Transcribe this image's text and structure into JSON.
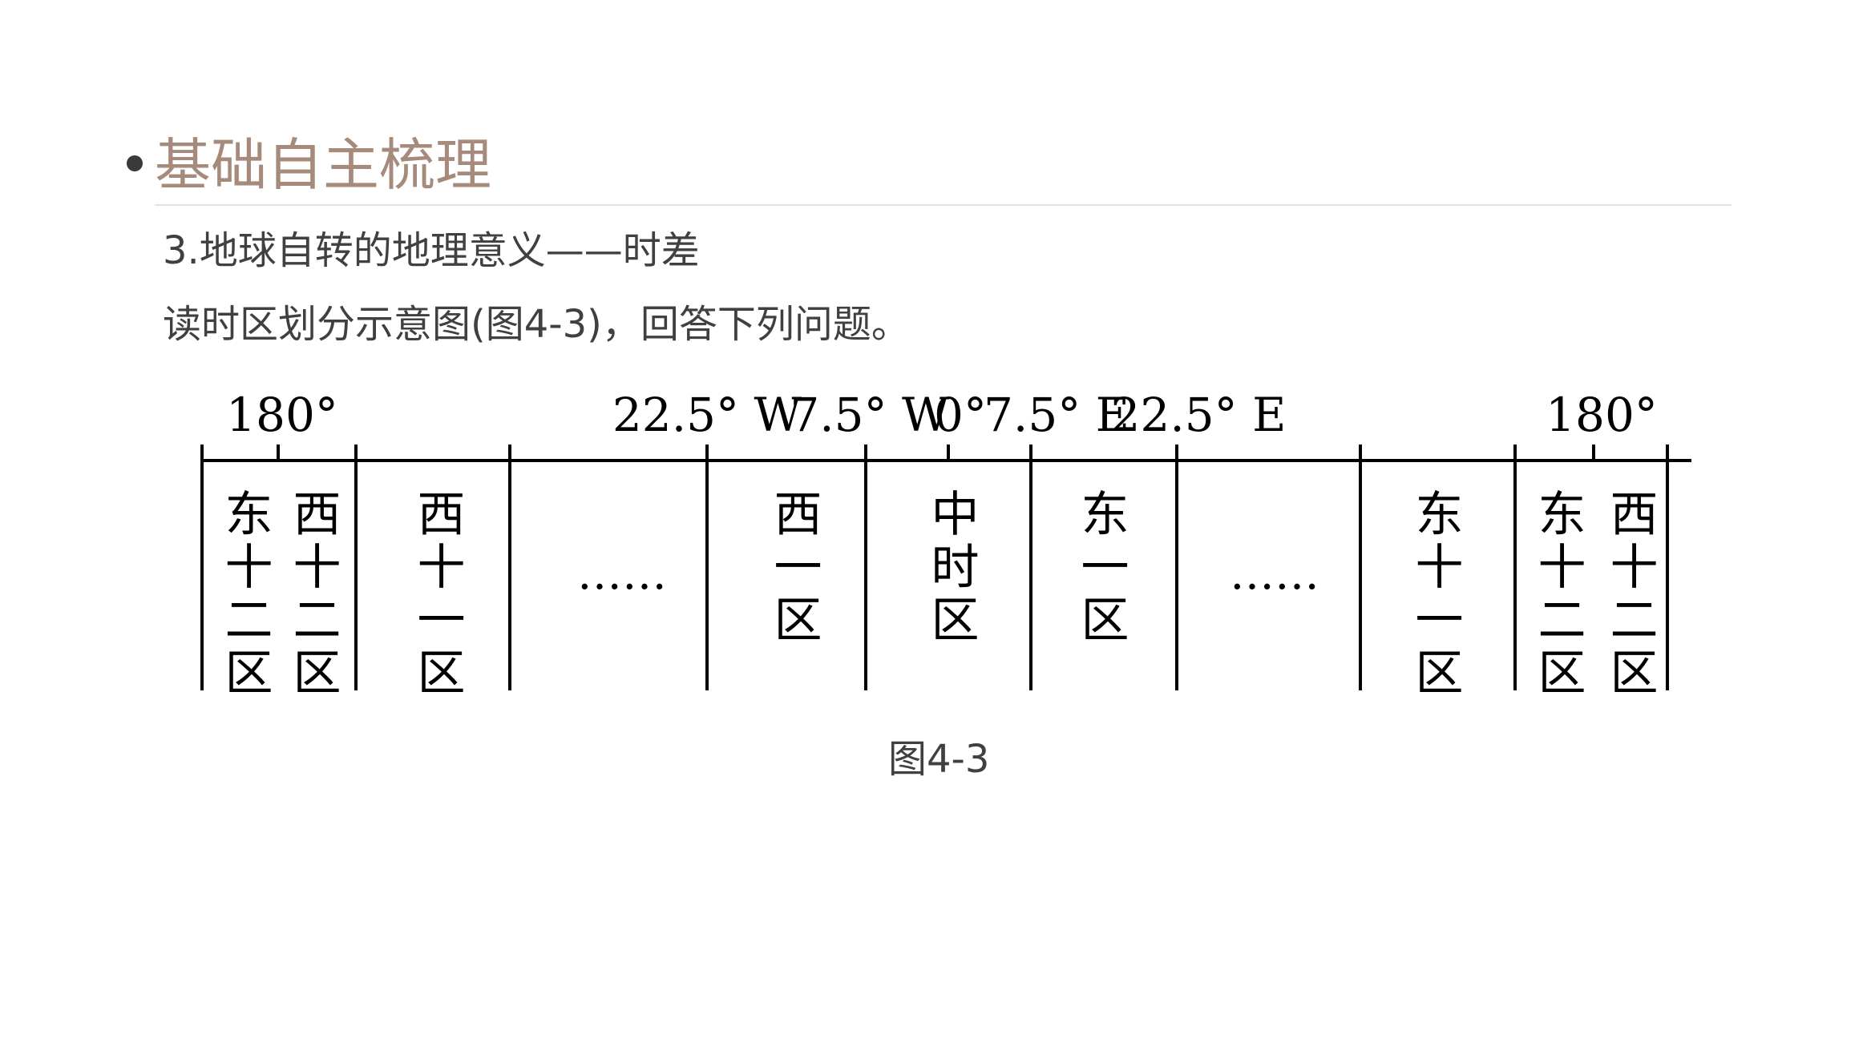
{
  "header": {
    "section_title": "基础自主梳理",
    "line1": "3.地球自转的地理意义——时差",
    "line2": "读时区划分示意图(图4-3)，回答下列问题。"
  },
  "diagram": {
    "longitude_labels": {
      "left_180": "180°",
      "w22_5": "22.5° W",
      "w7_5": "7.5° W",
      "zero": "0°",
      "e7_5": "7.5° E",
      "e22_5": "22.5° E",
      "right_180": "180°"
    },
    "zones": {
      "e12_left": "东十二区",
      "w12_left": "西十二区",
      "w11": "西十一区",
      "ellipsis_left": "……",
      "w1": "西一区",
      "central": "中时区",
      "e1": "东一区",
      "ellipsis_right": "……",
      "e11": "东十一区",
      "e12_right": "东十二区",
      "w12_right": "西十二区"
    },
    "caption": "图4-3"
  }
}
